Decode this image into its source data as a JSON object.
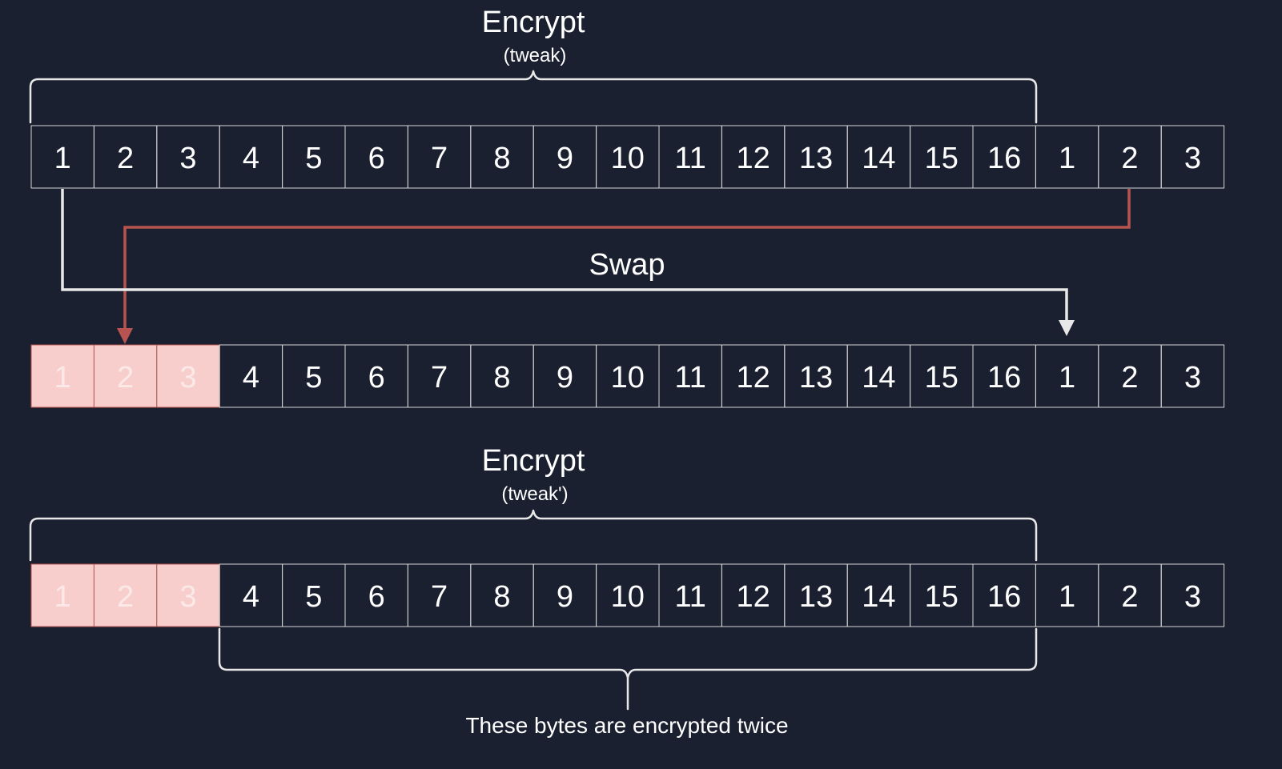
{
  "colors": {
    "background": "#1b2030",
    "cell_border": "#d6d6d6",
    "cell_text": "#ffffff",
    "highlight_fill": "#f8cecc",
    "highlight_border": "#b85450",
    "highlight_text": "#fbe9e8",
    "swap_arrow_red": "#b85450",
    "swap_arrow_white": "#e8e8e8"
  },
  "top_encrypt": {
    "title": "Encrypt",
    "subtitle": "(tweak)"
  },
  "swap_label": "Swap",
  "bottom_encrypt": {
    "title": "Encrypt",
    "subtitle": "(tweak')"
  },
  "note": "These bytes are encrypted twice",
  "rows": [
    {
      "name": "row-original",
      "cells": [
        "1",
        "2",
        "3",
        "4",
        "5",
        "6",
        "7",
        "8",
        "9",
        "10",
        "11",
        "12",
        "13",
        "14",
        "15",
        "16",
        "1",
        "2",
        "3"
      ],
      "highlighted": []
    },
    {
      "name": "row-swapped",
      "cells": [
        "1",
        "2",
        "3",
        "4",
        "5",
        "6",
        "7",
        "8",
        "9",
        "10",
        "11",
        "12",
        "13",
        "14",
        "15",
        "16",
        "1",
        "2",
        "3"
      ],
      "highlighted": [
        0,
        1,
        2
      ]
    },
    {
      "name": "row-reencrypted",
      "cells": [
        "1",
        "2",
        "3",
        "4",
        "5",
        "6",
        "7",
        "8",
        "9",
        "10",
        "11",
        "12",
        "13",
        "14",
        "15",
        "16",
        "1",
        "2",
        "3"
      ],
      "highlighted": [
        0,
        1,
        2
      ]
    }
  ]
}
